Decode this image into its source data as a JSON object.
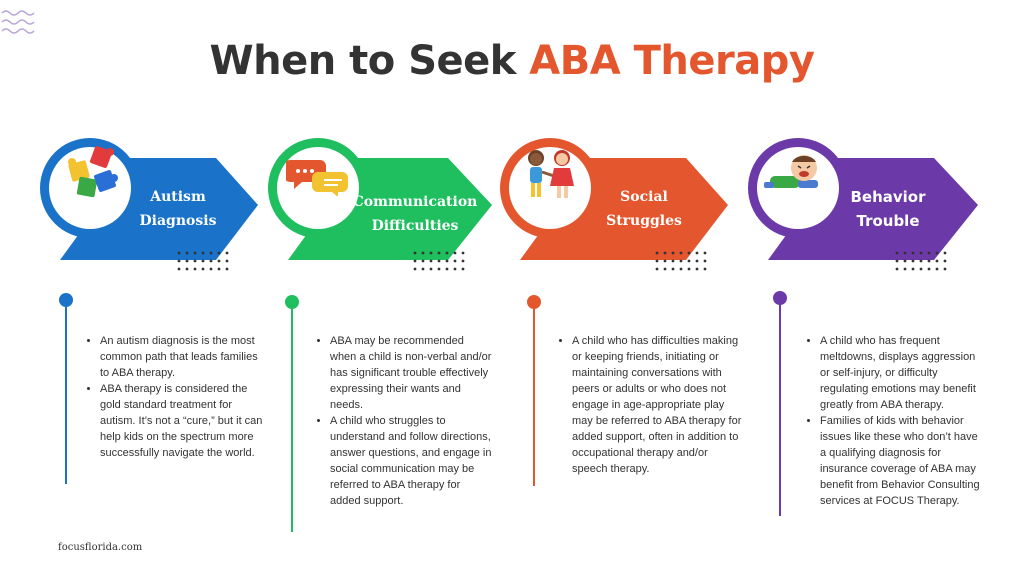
{
  "title": {
    "part1": "When  to Seek",
    "part2": "ABA Therapy"
  },
  "colors": {
    "blue": "#1a73c9",
    "green": "#1fbf5f",
    "orange": "#e4572e",
    "purple": "#6b3aa8",
    "title_dark": "#333333"
  },
  "columns": [
    {
      "label_line1": "Autism",
      "label_line2": "Diagnosis",
      "icon": "puzzle-icon",
      "bullets": [
        "An autism diagnosis is the most common path that leads families to ABA therapy.",
        "ABA therapy is considered the gold standard treatment for autism. It’s not a “cure,” but it can help kids on the spectrum more successfully navigate the world."
      ]
    },
    {
      "label_line1": "Communication",
      "label_line2": "Difficulties",
      "icon": "speech-bubbles-icon",
      "bullets": [
        "ABA may be recommended when a child is non-verbal and/or has significant trouble effectively expressing their wants and needs.",
        "A child who struggles to understand and follow directions, answer questions, and engage in social communication may be referred to ABA therapy for added support."
      ]
    },
    {
      "label_line1": "Social",
      "label_line2": "Struggles",
      "icon": "children-holding-hands-icon",
      "bullets": [
        "A child who has difficulties making or keeping friends, initiating or maintaining conversations with peers or adults or who does not engage in age-appropriate play may be referred  to ABA therapy for added support, often in addition to occupational therapy and/or speech therapy."
      ]
    },
    {
      "label_line1": "Behavior",
      "label_line2": "Trouble",
      "icon": "crying-child-icon",
      "bullets": [
        "A child who has frequent meltdowns, displays aggression or self-injury, or difficulty regulating emotions may benefit greatly from ABA therapy.",
        "Families of kids with behavior issues like these who don’t have a qualifying diagnosis for insurance coverage of ABA may benefit from  Behavior Consulting services at FOCUS Therapy."
      ]
    }
  ],
  "footer": "focusflorida.com"
}
